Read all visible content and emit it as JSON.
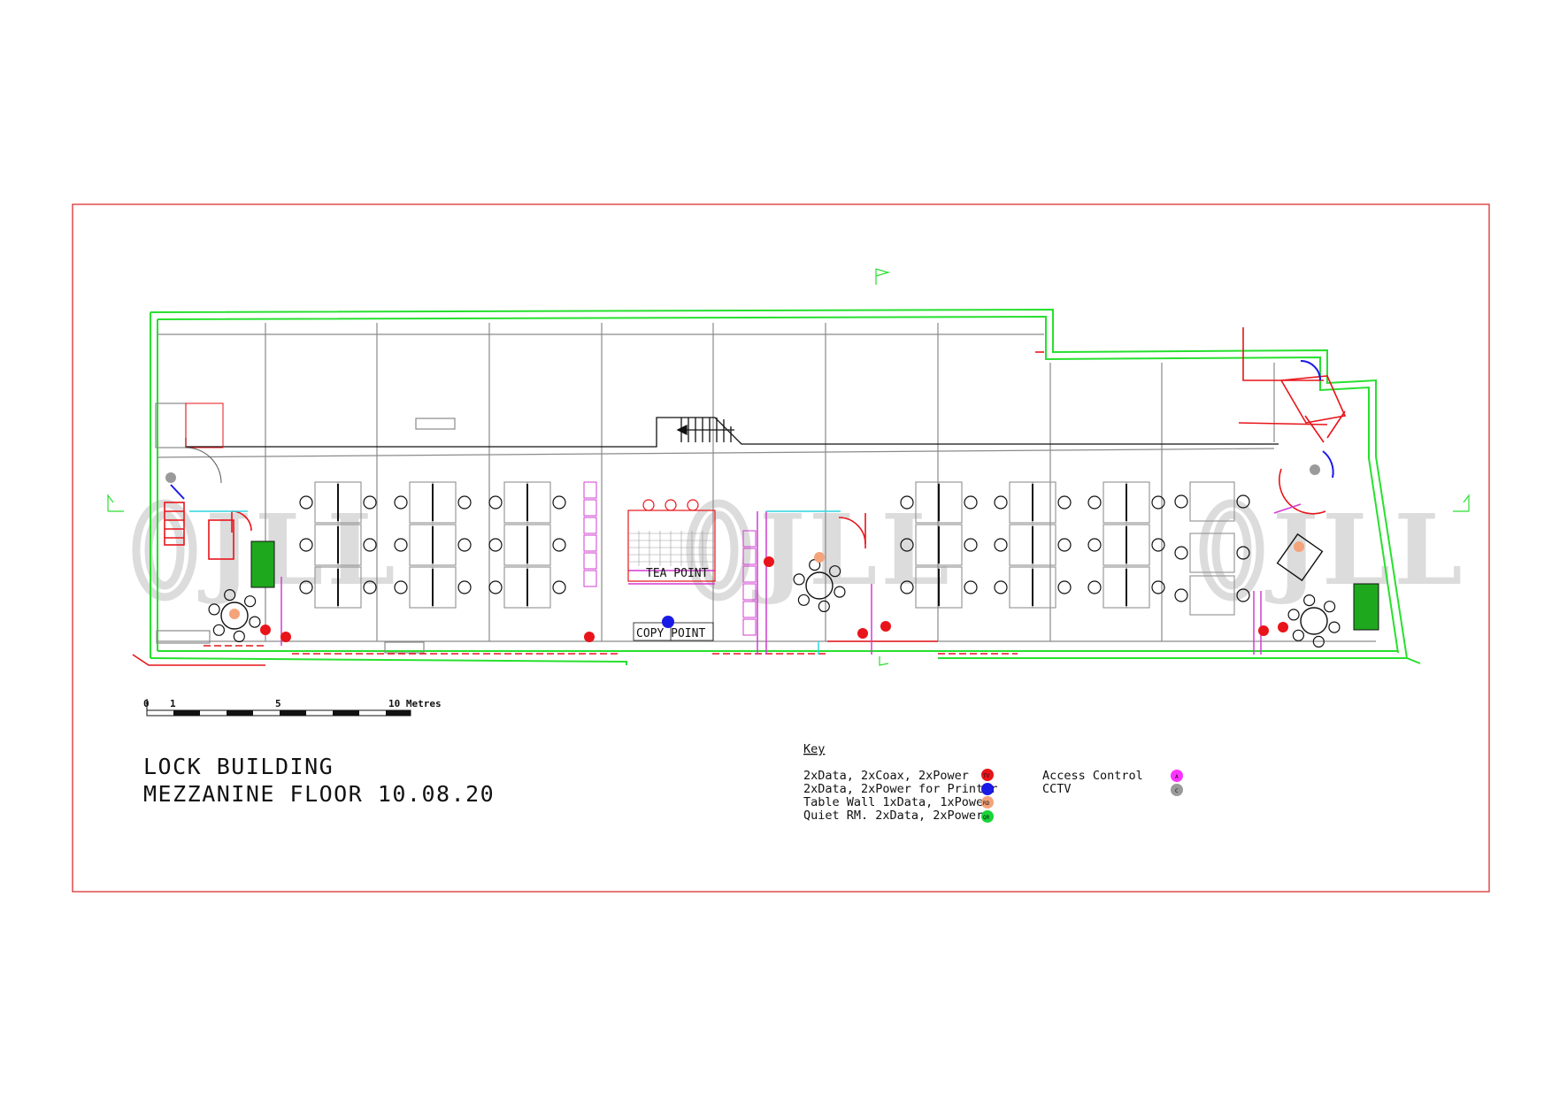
{
  "drawing": {
    "title_line1": "LOCK BUILDING",
    "title_line2": "MEZZANINE FLOOR 10.08.20",
    "watermark": "JLL",
    "rooms": {
      "tea_point": "TEA POINT",
      "copy_point": "COPY POINT"
    }
  },
  "scale_bar": {
    "ticks": [
      "0",
      "1",
      "5",
      "10 Metres"
    ]
  },
  "key": {
    "heading": "Key",
    "items_left": [
      {
        "text": "2xData, 2xCoax, 2xPower",
        "symbol": "TV",
        "color": "#e8141a"
      },
      {
        "text": "2xData, 2xPower for Printer",
        "symbol": "",
        "color": "#1a1ae6"
      },
      {
        "text": "Table Wall 1xData, 1xPower",
        "symbol": "RD",
        "color": "#f4a37a"
      },
      {
        "text": "Quiet RM. 2xData, 2xPower",
        "symbol": "QR",
        "color": "#19d43a"
      }
    ],
    "items_right": [
      {
        "text": "Access Control",
        "symbol": "A",
        "color": "#ff33ff"
      },
      {
        "text": "CCTV",
        "symbol": "C",
        "color": "#9a9a9a"
      }
    ]
  },
  "colors": {
    "border": "#e04a4a",
    "outer_wall": "#27e02e",
    "inner_wall": "#8a8a8a",
    "red_line": "#e8141a",
    "magenta": "#d23cd2",
    "cyan": "#2fd6e0",
    "desk": "#9a9a9a"
  }
}
